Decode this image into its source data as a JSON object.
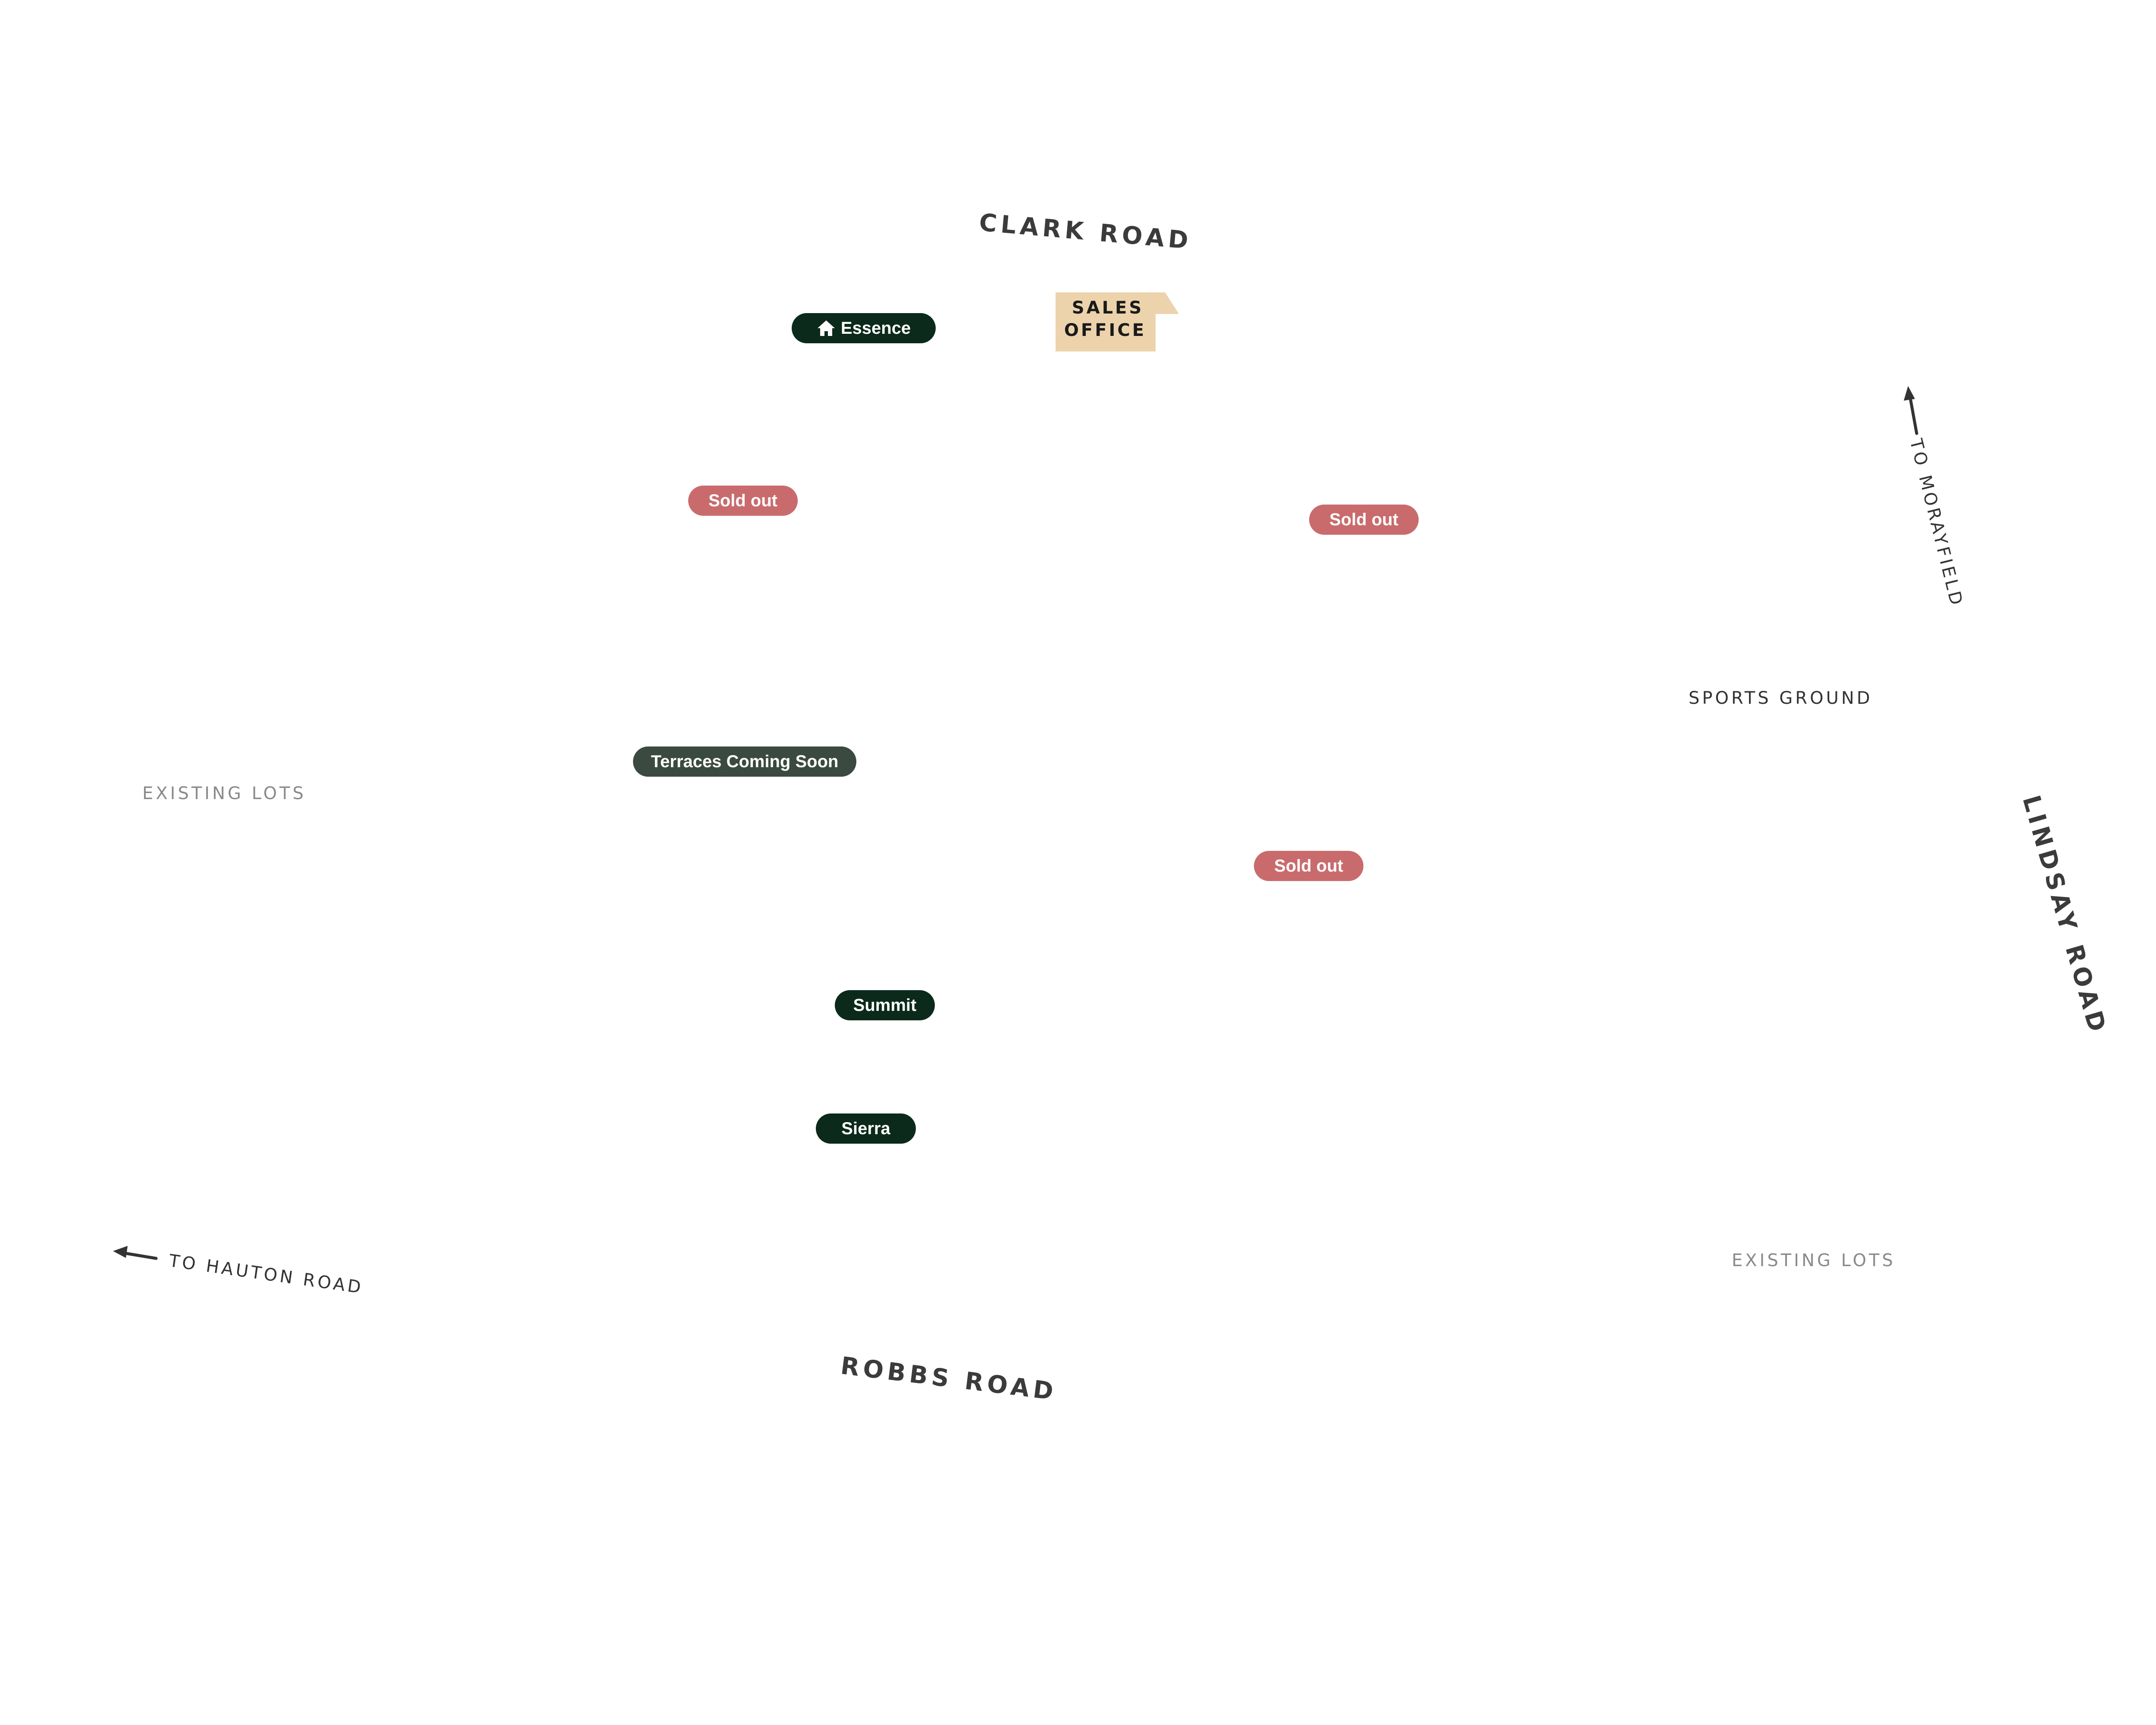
{
  "roads": {
    "clark": "CLARK ROAD",
    "robbs": "ROBBS ROAD",
    "lindsay": "LINDSAY ROAD"
  },
  "directions": {
    "morayfield": "TO MORAYFIELD",
    "hauton": "TO HAUTON ROAD"
  },
  "areas": {
    "sports_ground": "SPORTS GROUND",
    "existing_lots_west": "EXISTING LOTS",
    "existing_lots_east": "EXISTING LOTS"
  },
  "sales_office": {
    "line1": "SALES",
    "line2": "OFFICE"
  },
  "markers": {
    "essence": "Essence",
    "sold_out_1": "Sold out",
    "sold_out_2": "Sold out",
    "sold_out_3": "Sold out",
    "terraces": "Terraces Coming Soon",
    "summit": "Summit",
    "sierra": "Sierra"
  },
  "icons": {
    "essence_icon": "home-icon",
    "arrow_north": "arrow-up-icon",
    "arrow_west": "arrow-left-icon"
  },
  "colors": {
    "dark_green": "#0b2a1c",
    "slate_green": "#3b4a41",
    "sold_out": "#c96b6d",
    "sales_office": "#ecd3ab",
    "road_text": "#3b3b3b",
    "muted_text": "#8a8a8a"
  }
}
